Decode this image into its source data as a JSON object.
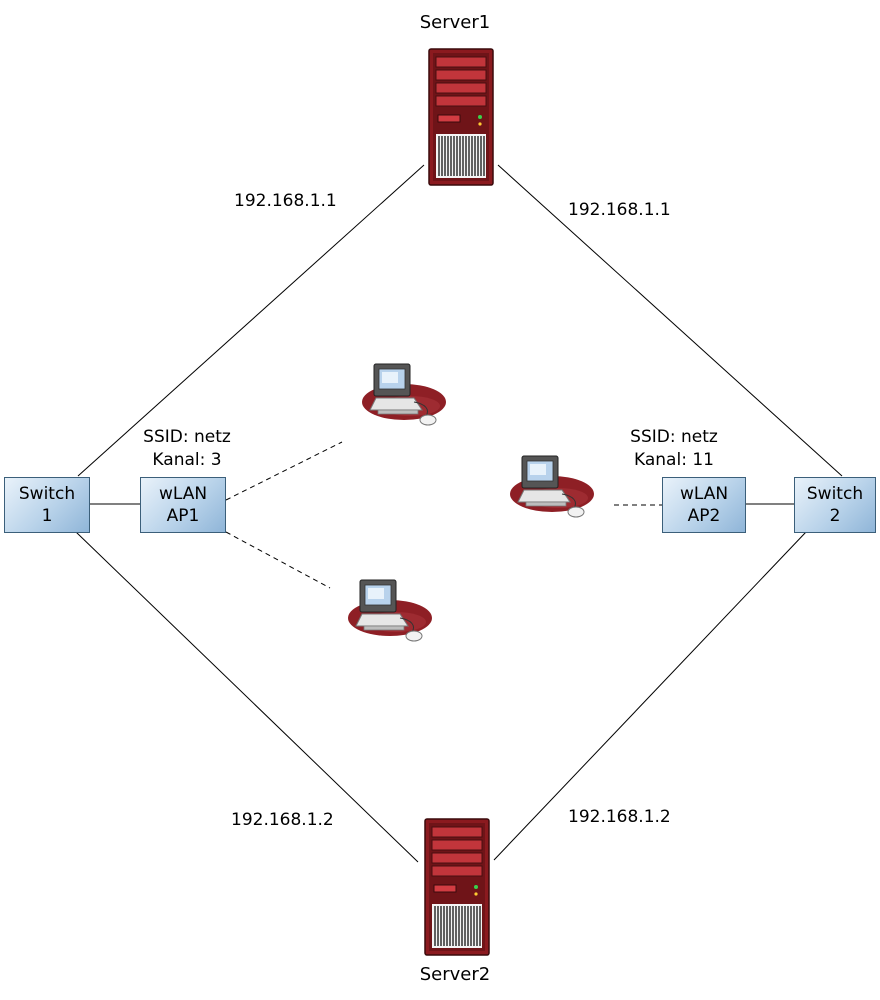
{
  "servers": {
    "top": {
      "name": "Server1"
    },
    "bottom": {
      "name": "Server2"
    }
  },
  "switches": {
    "left": {
      "line1": "Switch",
      "line2": "1"
    },
    "right": {
      "line1": "Switch",
      "line2": "2"
    }
  },
  "access_points": {
    "ap1": {
      "line1": "wLAN",
      "line2": "AP1",
      "ssid": "SSID: netz",
      "channel": "Kanal: 3"
    },
    "ap2": {
      "line1": "wLAN",
      "line2": "AP2",
      "ssid": "SSID: netz",
      "channel": "Kanal: 11"
    }
  },
  "ip_labels": {
    "server1_left": "192.168.1.1",
    "server1_right": "192.168.1.1",
    "server2_left": "192.168.1.2",
    "server2_right": "192.168.1.2"
  },
  "colors": {
    "server_body": "#8b1a1f",
    "server_bay": "#b32a30",
    "client_shadow": "#8e1f25",
    "switch_fill": "#b9d3ea",
    "line": "#000000"
  },
  "icons": {
    "server": "server-tower-icon",
    "client": "workstation-icon"
  }
}
